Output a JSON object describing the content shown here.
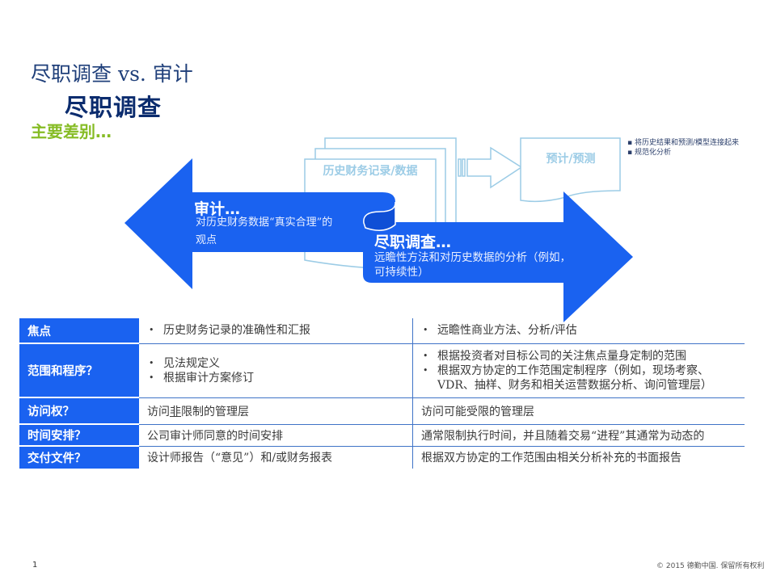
{
  "header": {
    "title": "尽职调查 vs. 审计",
    "subtitle": "尽职调查",
    "tagline": "主要差别…"
  },
  "diagram": {
    "records_label": "历史财务记录/数据",
    "forecast_label": "预计/预测",
    "notes": [
      "将历史结果和预测/模型连接起来",
      "规范化分析"
    ],
    "audit_arrow": {
      "heading": "审计…",
      "body_line1": "对历史财务数据“真实合理”的",
      "body_line2": "观点"
    },
    "dd_arrow": {
      "heading": "尽职调查…",
      "body_line1": "远瞻性方法和对历史数据的分析（例如，",
      "body_line2": "可持续性）"
    },
    "colors": {
      "arrow_blue": "#1a62f0",
      "outline_blue": "#9ccce6",
      "title_navy": "#0b2c6e",
      "tagline_green": "#86bc25"
    }
  },
  "table": {
    "rows": [
      {
        "label": "焦点",
        "audit": [
          "历史财务记录的准确性和汇报"
        ],
        "dd": [
          "远瞻性商业方法、分析/评估"
        ],
        "bulleted": true
      },
      {
        "label": "范围和程序？",
        "audit": [
          "见法规定义",
          "根据审计方案修订"
        ],
        "dd": [
          "根据投资者对目标公司的关注焦点量身定制的范围",
          "根据双方协定的工作范围定制程序（例如，现场考察、",
          "VDR、抽样、财务和相关运营数据分析、询问管理层）"
        ],
        "bulleted": true
      },
      {
        "label": "访问权？",
        "audit_pre": "访问",
        "audit_underlined": "非",
        "audit_post": "限制的管理层",
        "dd": [
          "访问可能受限的管理层"
        ],
        "bulleted": false
      },
      {
        "label": "时间安排？",
        "audit": [
          "公司审计师同意的时间安排"
        ],
        "dd": [
          "通常限制执行时间，并且随着交易“进程”其通常为动态的"
        ],
        "bulleted": false
      },
      {
        "label": "交付文件？",
        "audit": [
          "设计师报告（“意见”）和/或财务报表"
        ],
        "dd": [
          "根据双方协定的工作范围由相关分析补充的书面报告"
        ],
        "bulleted": false
      }
    ]
  },
  "footer": {
    "page_number": "1",
    "copyright": "© 2015 德勤中国. 保留所有权利"
  }
}
